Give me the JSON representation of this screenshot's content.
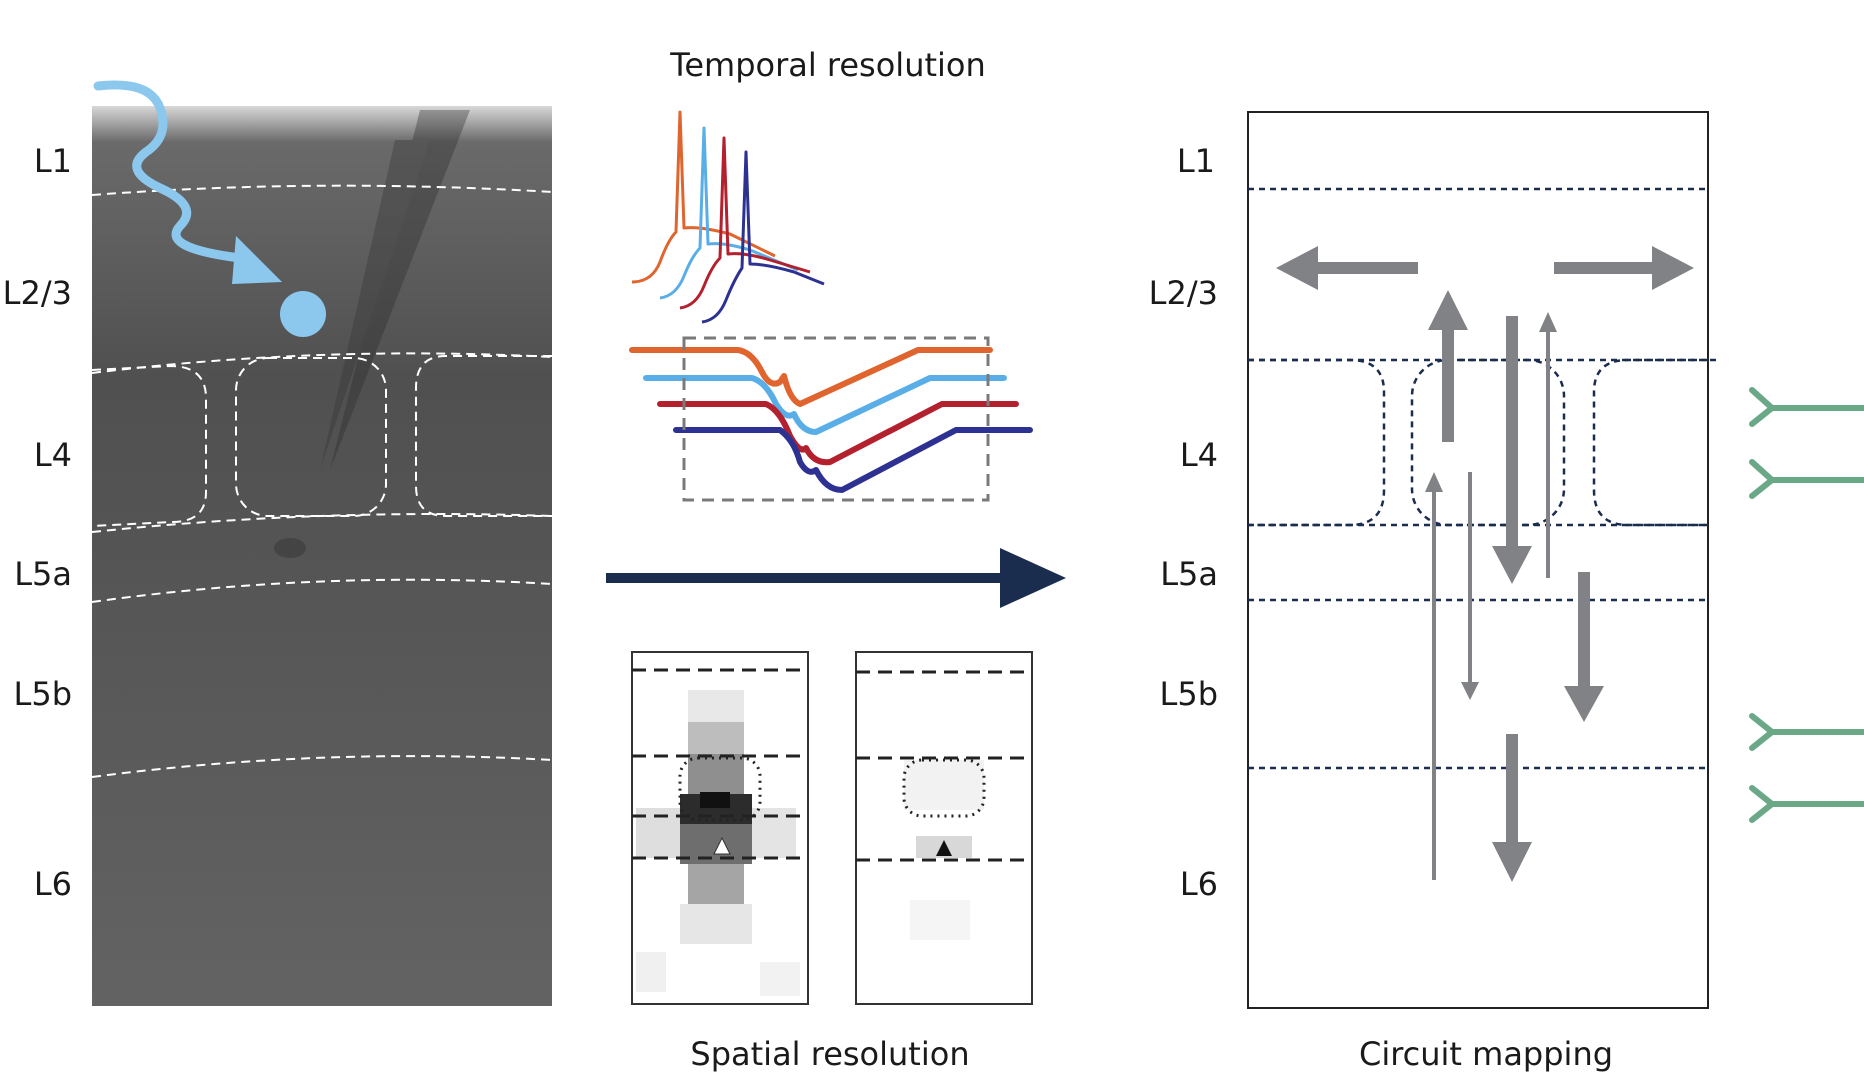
{
  "layer_labels": [
    "L1",
    "L2/3",
    "L4",
    "L5a",
    "L5b",
    "L6"
  ],
  "captions": {
    "temporal": "Temporal resolution",
    "spatial": "Spatial resolution",
    "circuit": "Circuit mapping"
  },
  "colors": {
    "photo_light": "#5a5a5a",
    "photo_dark": "#4e4e4e",
    "stimulus_blue": "#8cc8ee",
    "trace_orange": "#e0642e",
    "trace_lightblue": "#5aaee8",
    "trace_red": "#b3202e",
    "trace_navy": "#2c3192",
    "main_arrow": "#1b2d4f",
    "circuit_arrow": "#808285",
    "circuit_dashes": "#1b2d4f",
    "input_green": "#6aa888"
  },
  "icons": {
    "stimulus": "wavy-arrow-icon",
    "neuron": "neuron-dot-icon",
    "flow": "right-arrow-icon",
    "input": "axon-terminal-icon"
  }
}
